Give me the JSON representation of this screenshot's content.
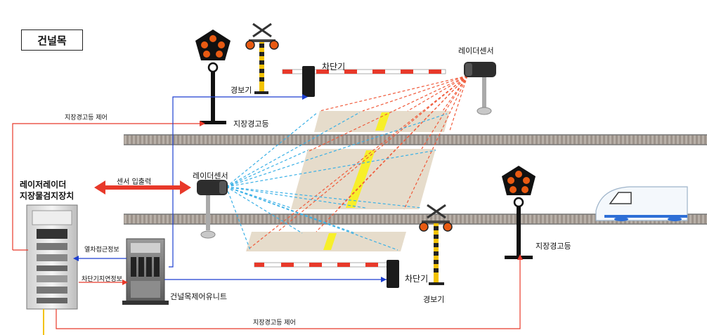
{
  "title": "건널목",
  "labels": {
    "gate_top": "차단기",
    "gate_bottom": "차단기",
    "alarm_top": "경보기",
    "alarm_bottom": "경보기",
    "radar_top": "레이더센서",
    "radar_mid": "레이더센서",
    "signal_left": "지장경고등",
    "signal_right": "지장경고등",
    "control_top": "지장경고등 제어",
    "control_bottom": "지장경고등 제어",
    "device_line1": "레이저레이더",
    "device_line2": "지장물검지장치",
    "sensor_io": "센서 입출력",
    "train_approach": "열차접근정보",
    "gate_delay": "차단기지연정보",
    "control_unit": "건널목제어유니트"
  },
  "colors": {
    "red_line": "#e8392a",
    "blue_line": "#1d3fd0",
    "radar_red": "#f05a3a",
    "radar_cyan": "#3ab0e6",
    "crossing_fill": "#e6dccb",
    "rail": "#8a8a8a",
    "signal_lamp": "#e85a12",
    "yellow_mark": "#f7ef2a",
    "power_line": "#f2c200"
  }
}
